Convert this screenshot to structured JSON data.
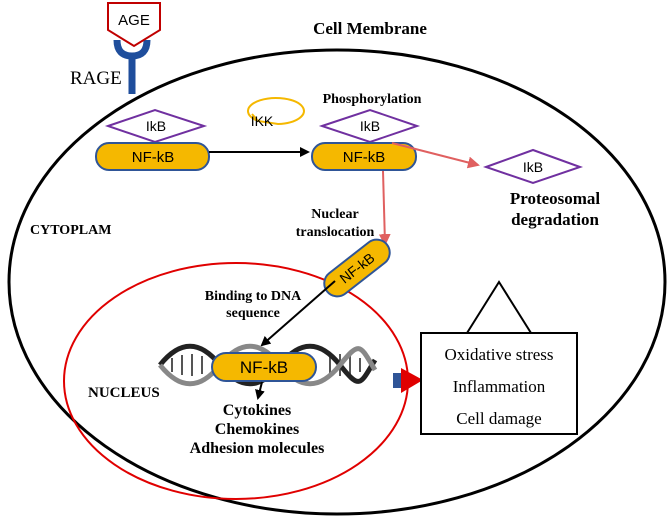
{
  "labels": {
    "age": "AGE",
    "rage": "RAGE",
    "cell_membrane": "Cell Membrane",
    "phosphorylation": "Phosphorylation",
    "cytoplasm": "CYTOPLAM",
    "nucleus": "NUCLEUS",
    "ikk": "IKK",
    "ikb_left": "IkB",
    "nfkb_left": "NF-kB",
    "ikb_mid": "IkB",
    "nfkb_mid": "NF-kB",
    "ikb_degraded": "IkB",
    "proteosomal_line1": "Proteosomal",
    "proteosomal_line2": "degradation",
    "nuclear_line1": "Nuclear",
    "nuclear_line2": "translocation",
    "nfkb_translocating": "NF-kB",
    "binding_line1": "Binding to DNA",
    "binding_line2": "sequence",
    "nfkb_dna": "NF-kB",
    "out_cytokines": "Cytokines",
    "out_chemokines": "Chemokines",
    "out_adhesion": "Adhesion molecules",
    "effect_oxidative": "Oxidative stress",
    "effect_inflammation": "Inflammation",
    "effect_damage": "Cell damage"
  },
  "colors": {
    "nfkb_fill": "#f5b800",
    "nfkb_stroke": "#2f5597",
    "ikb_stroke": "#7030a0",
    "age_stroke": "#c00000",
    "receptor": "#1f4e9c",
    "nucleus_stroke": "#e00000",
    "red_arrow": "#e06060",
    "ikk_stroke": "#f5b800"
  }
}
